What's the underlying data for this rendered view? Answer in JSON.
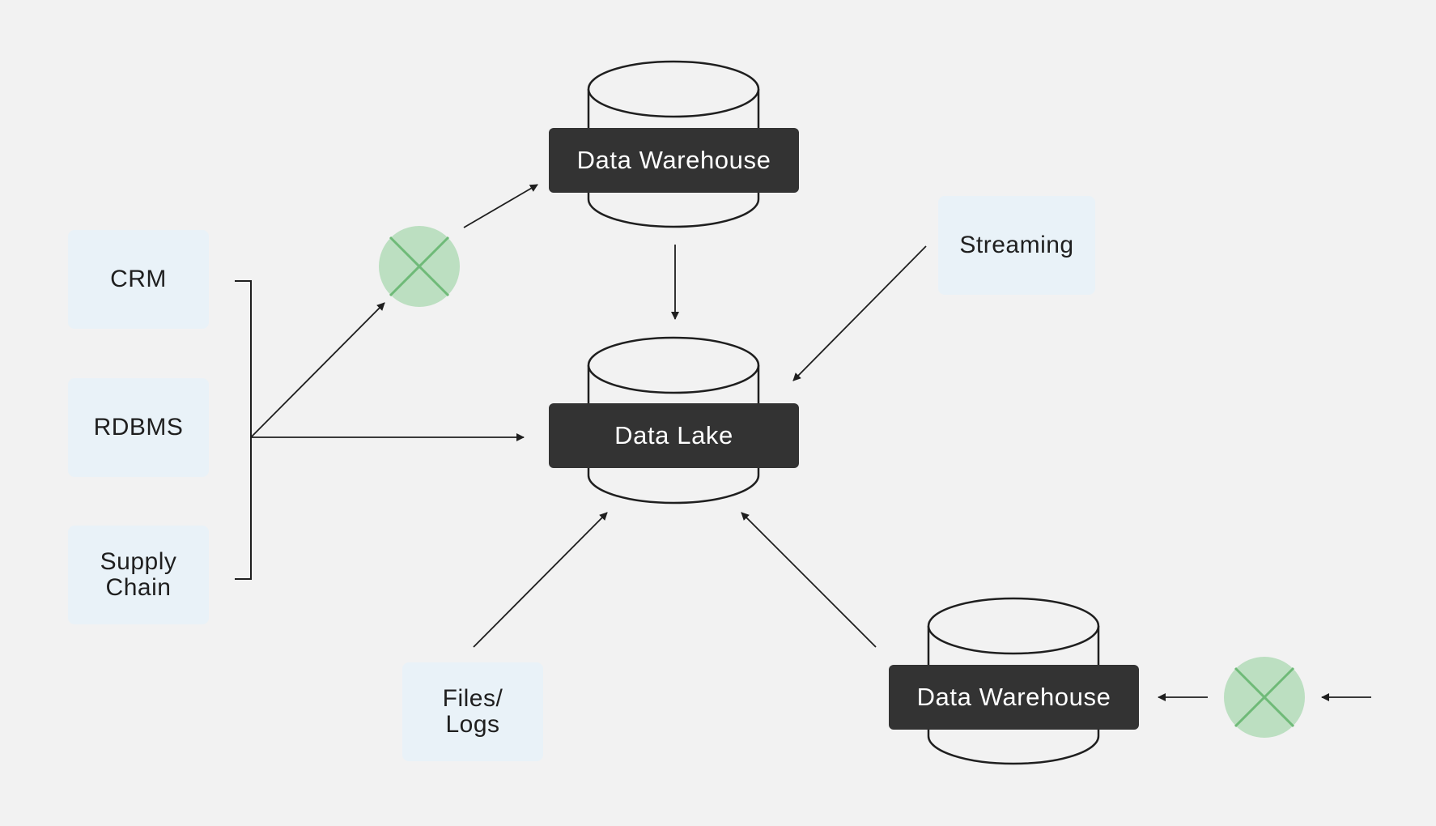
{
  "sources": {
    "crm": "CRM",
    "rdbms": "RDBMS",
    "supply_chain": "Supply\nChain",
    "streaming": "Streaming",
    "files_logs": "Files/\nLogs"
  },
  "stores": {
    "warehouse_top": "Data Warehouse",
    "lake": "Data Lake",
    "warehouse_bottom": "Data Warehouse"
  },
  "colors": {
    "background": "#f2f2f2",
    "source_fill": "#e9f2f8",
    "store_label_fill": "#333333",
    "transform_fill": "#bcdfc1",
    "transform_cross": "#6fba78",
    "line": "#1f1f1f"
  },
  "icons": [
    "cylinder-icon",
    "transform-circle-icon",
    "arrow-icon"
  ]
}
